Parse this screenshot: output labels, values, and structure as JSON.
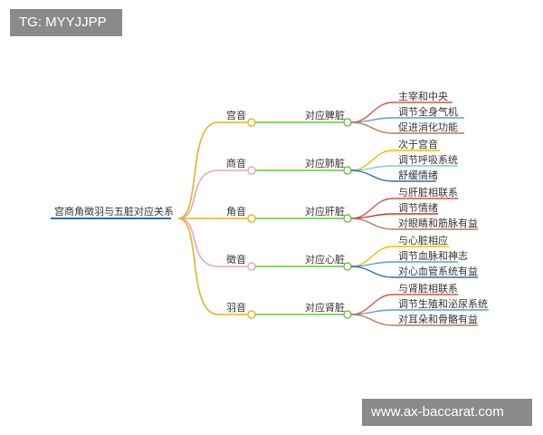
{
  "watermarks": {
    "top": "TG: MYYJJPP",
    "bottom": "www.ax-baccarat.com"
  },
  "mindmap": {
    "root": "宫商角徵羽与五脏对应关系",
    "root_color": "#2f6f9f",
    "branches": [
      {
        "tone": "宫音",
        "organ": "对应脾脏",
        "color": "#e6b422",
        "leaves": [
          "主宰和中央",
          "调节全身气机",
          "促进消化功能"
        ],
        "leaf_colors": [
          "#d9534f",
          "#5b9bd5",
          "#b07a5a"
        ]
      },
      {
        "tone": "商音",
        "organ": "对应肺脏",
        "color": "#e8a6b8",
        "leaves": [
          "次于宫音",
          "调节呼吸系统",
          "舒缓情绪"
        ],
        "leaf_colors": [
          "#e6c200",
          "#7fc7d9",
          "#2f6f9f"
        ]
      },
      {
        "tone": "角音",
        "organ": "对应肝脏",
        "color": "#e6b422",
        "leaves": [
          "与肝脏相联系",
          "调节情绪",
          "对眼睛和筋脉有益"
        ],
        "leaf_colors": [
          "#d9534f",
          "#c0392b",
          "#b07a5a"
        ]
      },
      {
        "tone": "徵音",
        "organ": "对应心脏",
        "color": "#e8a6b8",
        "leaves": [
          "与心脏相应",
          "调节血脉和神志",
          "对心血管系统有益"
        ],
        "leaf_colors": [
          "#e6c200",
          "#5b9bd5",
          "#2f6f9f"
        ]
      },
      {
        "tone": "羽音",
        "organ": "对应肾脏",
        "color": "#e6b422",
        "leaves": [
          "与肾脏相联系",
          "调节生殖和泌尿系统",
          "对耳朵和骨骼有益"
        ],
        "leaf_colors": [
          "#d9534f",
          "#5b9bd5",
          "#b07a5a"
        ]
      }
    ],
    "link_color": "#6cbf4a"
  }
}
